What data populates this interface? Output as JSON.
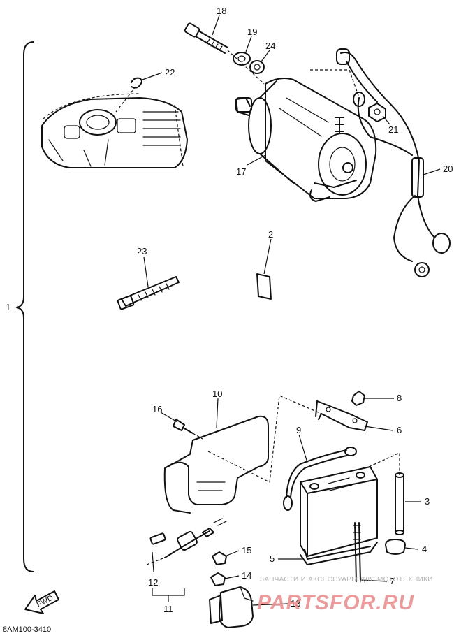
{
  "diagram": {
    "code": "8AM100-3410",
    "fwd_label": "FWD",
    "callouts": [
      "1",
      "2",
      "3",
      "4",
      "5",
      "6",
      "7",
      "8",
      "9",
      "10",
      "11",
      "12",
      "13",
      "14",
      "15",
      "16",
      "17",
      "18",
      "19",
      "20",
      "21",
      "22",
      "23",
      "24"
    ]
  },
  "watermark": {
    "line1": "ЗАПЧАСТИ И АКСЕССУАРЫ ДЛЯ МОТОТЕХНИКИ",
    "line2": "PARTSFOR.RU"
  }
}
